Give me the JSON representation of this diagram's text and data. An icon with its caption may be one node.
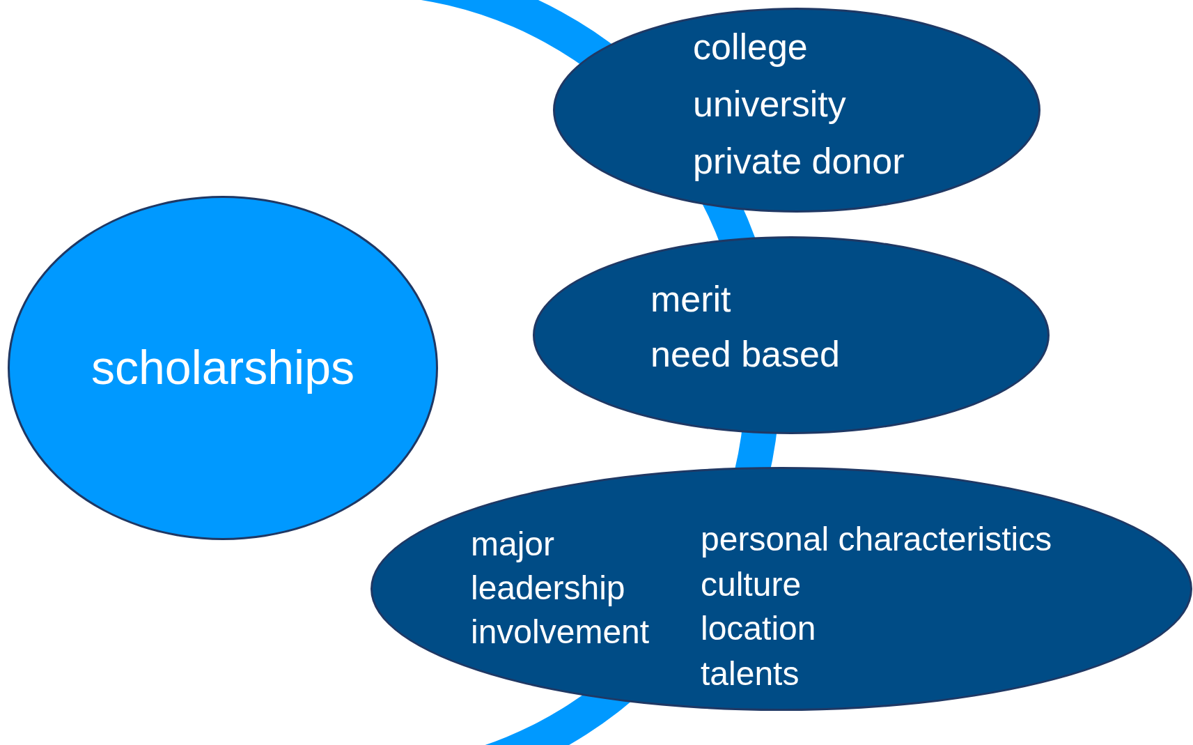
{
  "diagram": {
    "nodes": [
      {
        "text": [
          "scholarships"
        ]
      },
      {
        "text": [
          "college",
          "university",
          "private donor"
        ]
      },
      {
        "text": [
          "merit",
          "need based"
        ]
      },
      {
        "text": [
          "major",
          "leadership",
          "involvement",
          "personal characteristics",
          "culture",
          "location",
          "talents"
        ]
      }
    ]
  }
}
